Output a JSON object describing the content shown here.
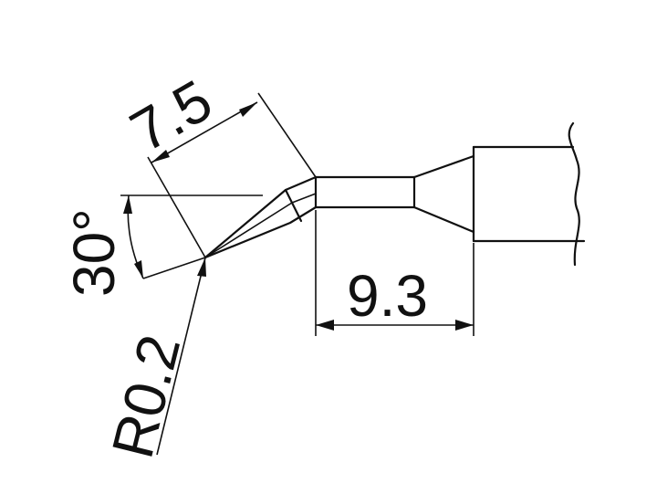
{
  "dimensions": {
    "length_diagonal": "7.5",
    "angle": "30°",
    "radius": "R0.2",
    "length_horizontal": "9.3"
  },
  "colors": {
    "ink": "#111111",
    "background": "#ffffff"
  }
}
